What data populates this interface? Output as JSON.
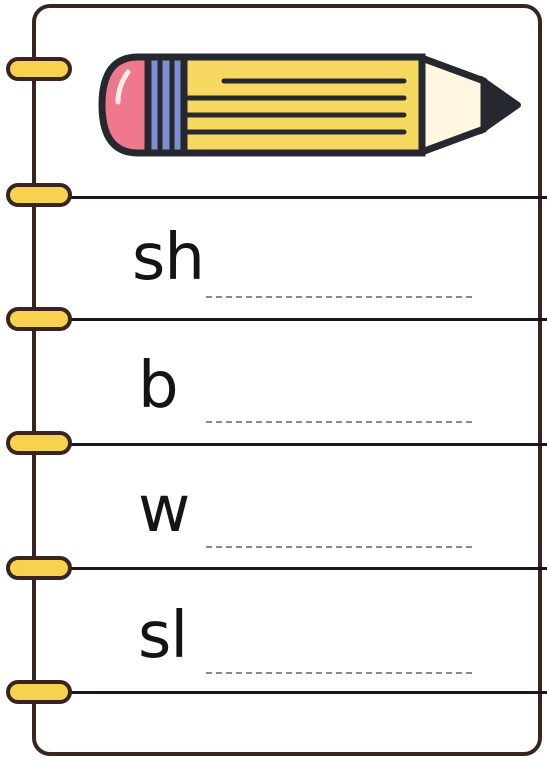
{
  "worksheet": {
    "rows": [
      {
        "prefix": "sh"
      },
      {
        "prefix": "b"
      },
      {
        "prefix": "w"
      },
      {
        "prefix": "sl"
      }
    ]
  },
  "colors": {
    "frame": "#3a2420",
    "ring_fill": "#f7d24e",
    "pencil_body": "#f7d962",
    "pencil_eraser": "#f0788c",
    "pencil_band": "#7d8ed1",
    "pencil_wood": "#fff7e2",
    "pencil_lead": "#262830"
  },
  "icons": [
    "pencil-icon",
    "binder-ring-icon"
  ]
}
